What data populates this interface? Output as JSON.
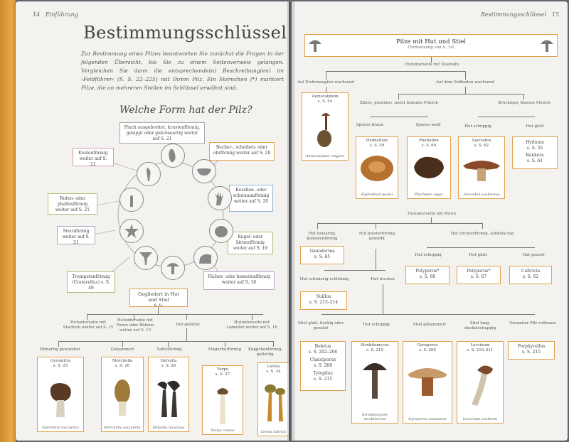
{
  "left_page": {
    "page_number": "14",
    "section": "Einführung",
    "title": "Bestimmungsschlüssel",
    "intro": "Zur Bestimmung eines Pilzes beantworten Sie zunächst die Fragen in der folgenden Übersicht, bis Sie zu einem Seitenverweis gelangen. Vergleichen Sie dann die entsprechende(n) Beschreibung(en) im ›Feldführer‹ (S. S. 22–225) mit Ihrem Pilz. Ein Sternchen (*) markiert Pilze, die an mehreren Stellen im Schlüssel erwähnt sind.",
    "question": "Welche Form hat der Pilz?",
    "shapes": {
      "flat": "Flach ausgebreitet, krustenförmig, gelappt oder gekröseartig weiter auf S. 21",
      "cup": "Becher-, scheiben- oder ohrförmig weiter auf S. 20",
      "coral": "Korallen- oder schwammförmig weiter auf S. 20",
      "ball": "Kugel- oder birnenförmig weiter auf S. 19",
      "fan": "Fächer- oder konsolenförmig weiter auf S. 18",
      "capstem": "Gegliedert in Hut und Stiel",
      "capstem_ref": "s. u.",
      "trumpet": "Trompetenförmig (Craterellus) s. S. 49",
      "star": "Sternförmig weiter auf S. 21",
      "rod": "Ruten- oder phallusförmig weiter auf S. 21",
      "club": "Keulenförmig weiter auf S. 21"
    },
    "branches": [
      "Hutunterseite mit Stacheln weiter auf S. 15",
      "Hutunterseite mit Poren oder Röhren weiter auf S. 15",
      "Hut gefaltet",
      "Hutunterseite mit Lamellen weiter auf S. 16"
    ],
    "sub_branches": [
      "Hirnartig gewunden",
      "Gekammert",
      "Sattelförmig",
      "Fingerhutförmig",
      "Käppchenförmig, gallertig"
    ],
    "cards": [
      {
        "name": "Gyromitra",
        "ref": "s. S. 25",
        "latin": "Gyromitra esculenta"
      },
      {
        "name": "Morchella",
        "ref": "s. S. 26",
        "latin": "Morchella esculenta"
      },
      {
        "name": "Helvella",
        "ref": "s. S. 28",
        "latin": "Helvella lacunosa"
      },
      {
        "name": "Verpa",
        "ref": "s. S. 27",
        "latin": "Verpa conica"
      },
      {
        "name": "Leotia",
        "ref": "s. S. 24",
        "latin": "Leotia lubrica"
      }
    ]
  },
  "right_page": {
    "page_number": "15",
    "section": "Bestimmungsschlüssel",
    "title": "Pilze mit Hut und Stiel",
    "title_sub": "(Fortsetzung von S. 14)",
    "stacheln": "Hutunterseite mit Stacheln",
    "kiefern": "Auf Kiefernzapfen wachsend",
    "erdboden": "Auf dem Erdboden wachsend",
    "zaeh": "Zähes, gezontes, meist braunes Fleisch",
    "bruechig": "Brüchiges, blasses Fleisch",
    "sporen_braun": "Sporen braun",
    "sporen_weiss": "Sporen weiß",
    "hut_schuppig": "Hut schuppig",
    "hut_glatt": "Hut glatt",
    "aurisc": {
      "name": "Auriscalpium",
      "ref": "s. S. 54",
      "latin": "Auriscalpium vulgare"
    },
    "hydnellum": {
      "name": "Hydnellum",
      "ref": "s. S. 59",
      "latin": "Hydnellum peckii"
    },
    "phellodon": {
      "name": "Phellodon",
      "ref": "s. S. 60",
      "latin": "Phellodon niger"
    },
    "sarcodon": {
      "name": "Sarcodon",
      "ref": "s. S. 62",
      "latin": "Sarcodon scabrosus"
    },
    "hydnum": {
      "name": "Hydnum",
      "ref": "s. S. 55",
      "name2": "Bankera",
      "ref2": "s. S. 61"
    },
    "poren": "Hutunterseite mit Poren",
    "holz": "Hut holzartig, konsolenförmig",
    "polster": "Hut polsterförmig gewölbt",
    "trichter": "Hut trichterförmig, zähfleischig",
    "ganoderma": {
      "name": "Ganoderma",
      "ref": "s. S. 65"
    },
    "hut_schuppig2": "Hut schuppig",
    "hut_glatt2": "Hut glatt",
    "hut_gezont": "Hut gezont",
    "polyporus1": {
      "name": "Polyporus*",
      "ref": "s. S. 66"
    },
    "polyporus2": {
      "name": "Polyporus*",
      "ref": "s. S. 67"
    },
    "coltricia": {
      "name": "Coltricia",
      "ref": "s. S. 62"
    },
    "schmierig": "Hut schmierig-schleimig",
    "trocken": "Hut trocken",
    "suillus": {
      "name": "Suillus",
      "ref": "s. S. 213–214"
    },
    "stiel_glatt": "Stiel glatt, flockig oder genetzt",
    "hut_schuppig3": "Hut schuppig",
    "stiel_gekammert": "Stiel gekammert",
    "stiel_lang": "Stiel lang, dunkelschuppig",
    "gesamter": "Gesamter Pilz rotbraun",
    "boletus": {
      "name": "Boletus",
      "ref": "s. S. 202–206",
      "name2": "Chalciporus",
      "ref2": "s. S. 208",
      "name3": "Tylopilus",
      "ref3": "s. S. 215"
    },
    "strobilomyces": {
      "name": "Strobilomyces",
      "ref": "s. S. 215",
      "latin": "Strobilomyces strobilaceus"
    },
    "gyroporus": {
      "name": "Gyroporus",
      "ref": "s. S. 209",
      "latin": "Gyroporus castaneus"
    },
    "leccinum": {
      "name": "Leccinum",
      "ref": "s. S. 210–211",
      "latin": "Leccinum scabrum"
    },
    "porphyrellus": {
      "name": "Porphyrellus",
      "ref": "s. S. 215"
    }
  },
  "colors": {
    "accent_orange": "#e0a24c",
    "accent_blue": "#8fb6d6",
    "accent_pink": "#d79ab2",
    "accent_green": "#a8c27b",
    "page_bg": "#f3f2ee"
  }
}
